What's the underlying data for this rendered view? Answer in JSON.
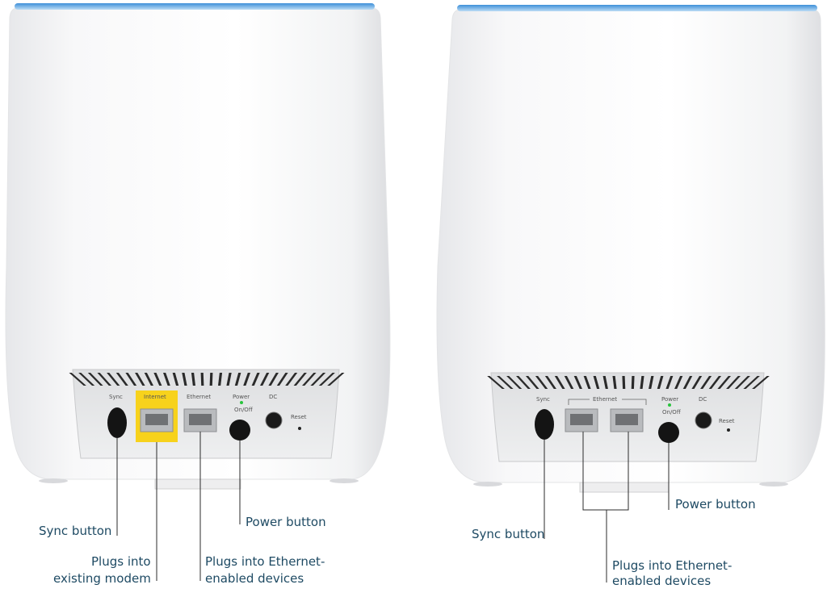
{
  "router": {
    "ports": {
      "sync": "Sync",
      "internet": "Internet",
      "ethernet": "Ethernet",
      "power": "Power",
      "power_sub": "On/Off",
      "dc": "DC",
      "reset": "Reset"
    },
    "callouts": {
      "sync_button": "Sync button",
      "modem_line1": "Plugs into",
      "modem_line2": "existing modem",
      "power_button": "Power button",
      "ethernet_line1": "Plugs into Ethernet-",
      "ethernet_line2": "enabled devices"
    }
  },
  "satellite": {
    "ports": {
      "sync": "Sync",
      "ethernet": "Ethernet",
      "power": "Power",
      "power_sub": "On/Off",
      "dc": "DC",
      "reset": "Reset"
    },
    "callouts": {
      "sync_button": "Sync button",
      "power_button": "Power button",
      "ethernet_line1": "Plugs into Ethernet-",
      "ethernet_line2": "enabled devices"
    }
  },
  "colors": {
    "body_white": "#ffffff",
    "top_glow": "#3d8fd9",
    "internet_highlight": "#f7d21c",
    "callout_text": "#1e4a63",
    "leader_line": "#2b2b2b"
  }
}
